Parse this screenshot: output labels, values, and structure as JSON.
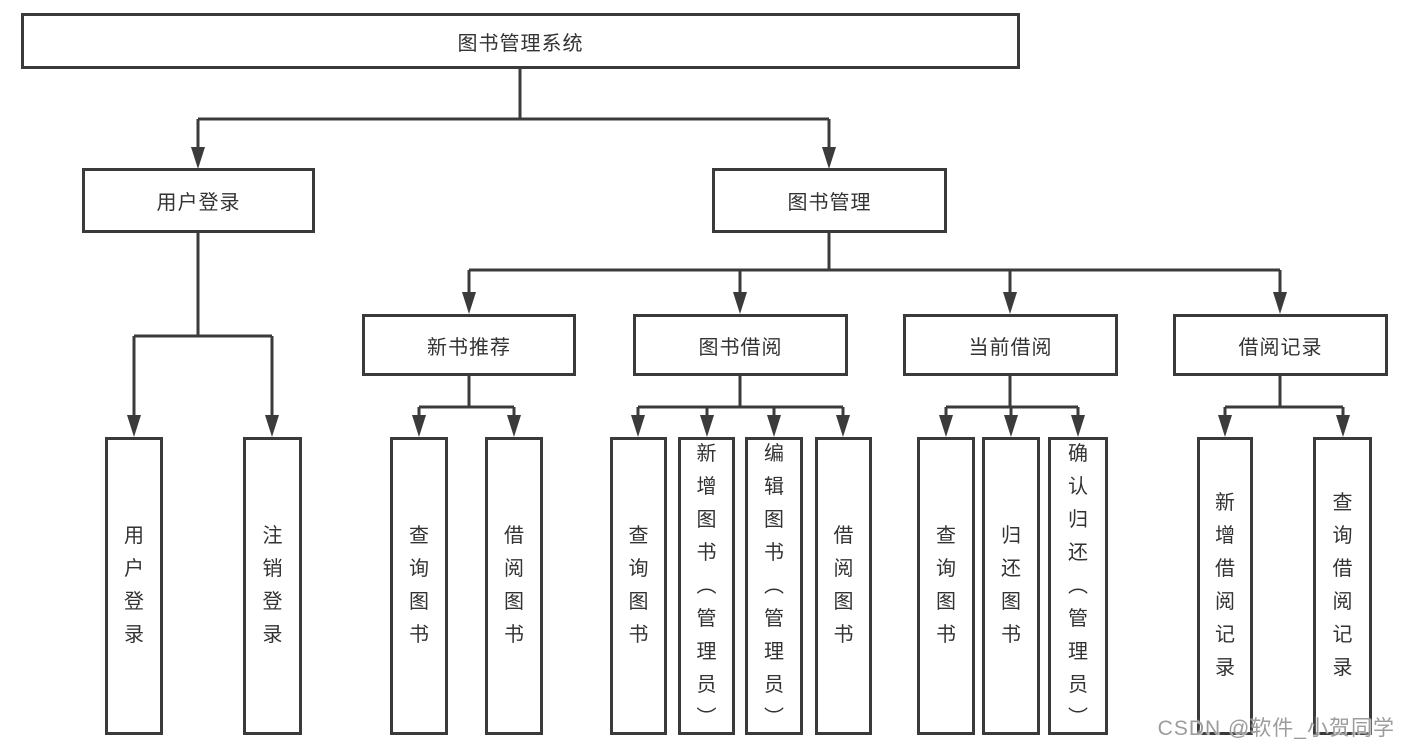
{
  "tree": {
    "label": "图书管理系统",
    "children": [
      {
        "label": "用户登录",
        "children": [
          {
            "label": "用户登录"
          },
          {
            "label": "注销登录"
          }
        ]
      },
      {
        "label": "图书管理",
        "children": [
          {
            "label": "新书推荐",
            "children": [
              {
                "label": "查询图书"
              },
              {
                "label": "借阅图书"
              }
            ]
          },
          {
            "label": "图书借阅",
            "children": [
              {
                "label": "查询图书"
              },
              {
                "label": "新增图书（管理员）"
              },
              {
                "label": "编辑图书（管理员）"
              },
              {
                "label": "借阅图书"
              }
            ]
          },
          {
            "label": "当前借阅",
            "children": [
              {
                "label": "查询图书"
              },
              {
                "label": "归还图书"
              },
              {
                "label": "确认归还（管理员）"
              }
            ]
          },
          {
            "label": "借阅记录",
            "children": [
              {
                "label": "新增借阅记录"
              },
              {
                "label": "查询借阅记录"
              }
            ]
          }
        ]
      }
    ]
  },
  "watermark": {
    "text": "CSDN @软件_小贺同学"
  },
  "colors": {
    "background": "#ffffff",
    "box_border": "#3a3a3a",
    "line": "#3b3b3b",
    "text": "#333333",
    "watermark": "#9c9c9c"
  }
}
